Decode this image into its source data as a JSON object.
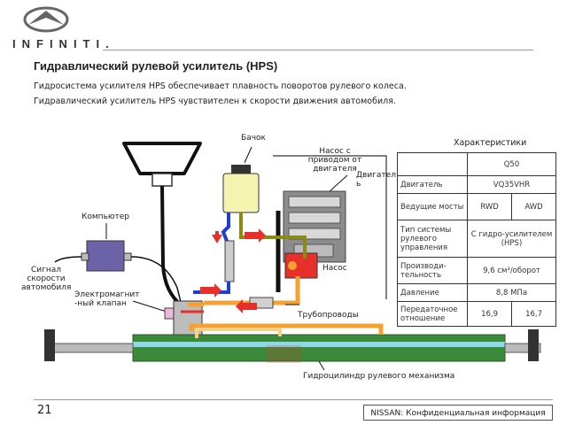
{
  "header": {
    "brand": "INFINITI.",
    "title": "Гидравлический рулевой усилитель (HPS)",
    "line1": "Гидросистема усилителя HPS обеспечивает плавность поворотов рулевого колеса.",
    "line2": "Гидравлический усилитель HPS чувствителен к скорости движения автомобиля."
  },
  "labels": {
    "tank": "Бачок",
    "pump_drive": [
      "Насос с",
      "приводом от",
      "двигателя"
    ],
    "engine": [
      "Двигател",
      "ь"
    ],
    "pump": "Насос",
    "computer": "Компьютер",
    "speed_signal": [
      "Сигнал",
      "скорости",
      "автомобиля"
    ],
    "valve": [
      "Электромагнит",
      "-ный клапан"
    ],
    "pipes": "Трубопроводы",
    "cylinder": "Гидроцилиндр рулевого механизма"
  },
  "spec": {
    "title": "Характеристики",
    "model": "Q50",
    "engine_label": "Двигатель",
    "engine_value": "VQ35VHR",
    "axles_label": "Ведущие мосты",
    "rwd": "RWD",
    "awd": "AWD",
    "type_label": "Тип системы рулевого управления",
    "type_value": "С гидро-усилителем (HPS)",
    "perf_label": "Производи-тельность",
    "perf_value": "9,6 см³/оборот",
    "pressure_label": "Давление",
    "pressure_value": "8,8 МПа",
    "ratio_label": "Передаточное отношение",
    "ratio_rwd": "16,9",
    "ratio_awd": "16,7"
  },
  "footer": {
    "page": "21",
    "confidential": "NISSAN: Конфиденциальная информация"
  },
  "colors": {
    "red": "#e8302a",
    "orange": "#f5a031",
    "light_orange": "#f8cf86",
    "olive": "#8a8a14",
    "blue": "#1f3fd0",
    "green": "#3a8a3a",
    "engine_gray": "#8c8c8c",
    "valve_pink": "#f0b8d8",
    "computer_purple": "#6b62a8",
    "tank_yellow": "#f4f4b0"
  }
}
